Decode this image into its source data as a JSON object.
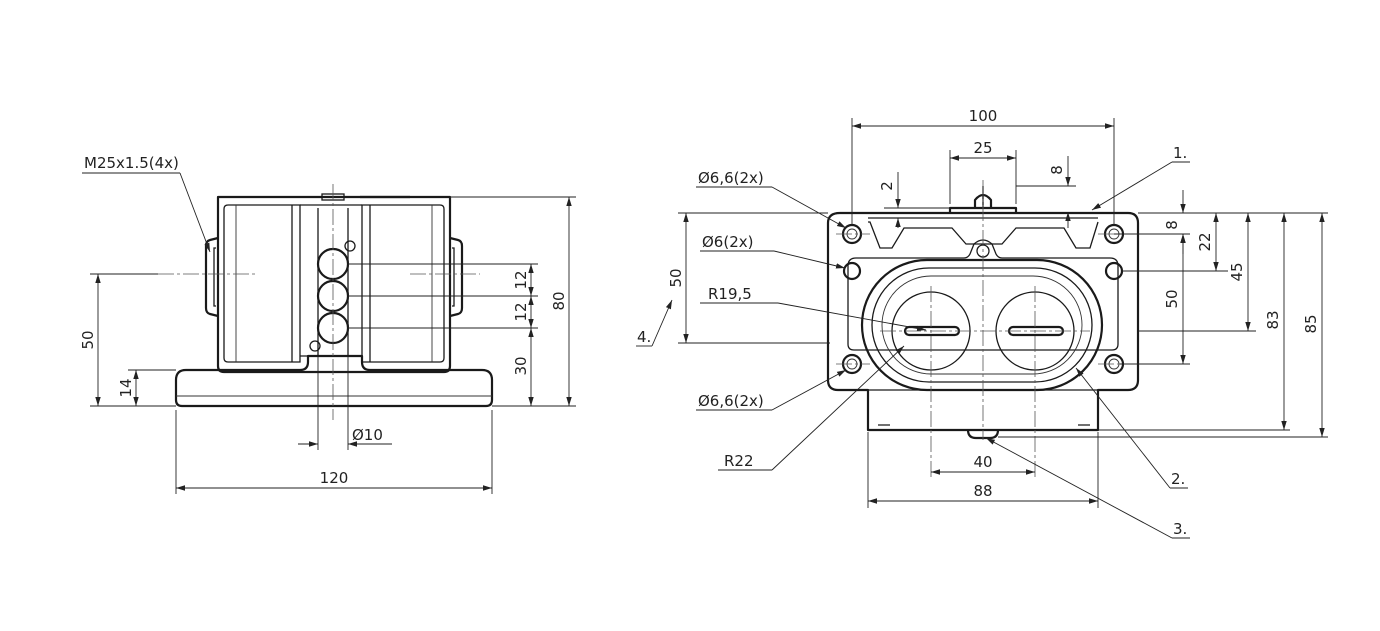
{
  "side_view": {
    "thread_label": "M25x1.5(4x)",
    "dim_total_width": "120",
    "dim_total_height": "80",
    "dim_axis_height": "50",
    "dim_base_height": "14",
    "dim_spacing_upper": "12",
    "dim_spacing_lower": "12",
    "dim_button_height": "30",
    "dim_shaft_dia": "Ø10"
  },
  "front_view": {
    "dim_top_width": "100",
    "dim_cam_width": "25",
    "dim_gap_left": "2",
    "dim_gap_right": "8",
    "dim_hole_pitch": "50",
    "dim_pitch_right": "50",
    "dim_top_offset": "8",
    "dim_22": "22",
    "dim_45": "45",
    "dim_83": "83",
    "dim_85": "85",
    "dim_40": "40",
    "dim_88": "88",
    "hole_top_label": "Ø6,6(2x)",
    "hole_mid_label": "Ø6(2x)",
    "hole_bottom_label": "Ø6,6(2x)",
    "radius_inner": "R19,5",
    "radius_outer": "R22",
    "callout_1": "1.",
    "callout_2": "2.",
    "callout_3": "3.",
    "callout_4": "4."
  }
}
